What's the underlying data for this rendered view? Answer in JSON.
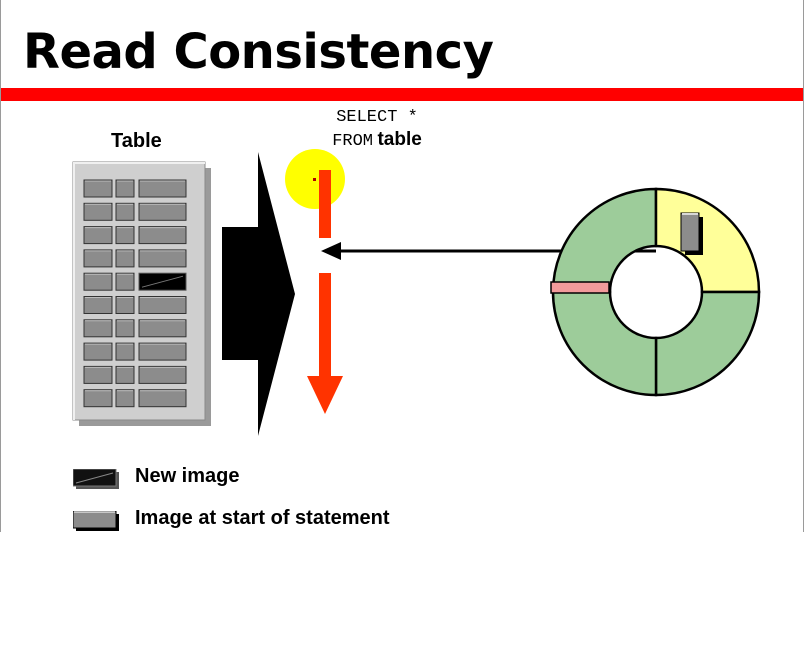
{
  "slide": {
    "title": "Read Consistency",
    "title_rule_color": "#ff0000"
  },
  "table": {
    "label": "Table",
    "rows": 10,
    "new_image_row": 4
  },
  "query": {
    "line1": "SELECT *",
    "line2_keyword": "FROM",
    "line2_object": "table"
  },
  "legend": {
    "new_image": "New image",
    "old_image": "Image at start of statement"
  },
  "colors": {
    "timeline_arrow": "#ff3300",
    "snapshot_marker": "#ffff00",
    "rollback_segment_green": "#9dcc9a",
    "rollback_segment_yellow": "#ffff99",
    "rollback_entry_pink": "#f29b9b",
    "cell_gray": "#8c8c8c"
  }
}
